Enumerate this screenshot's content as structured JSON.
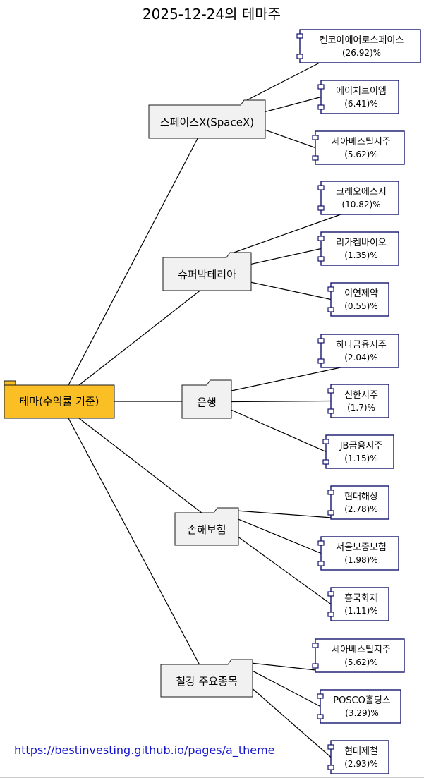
{
  "title": "2025-12-24의 테마주",
  "root": {
    "label": "테마(수익률 기준)"
  },
  "themes": [
    {
      "name": "스페이스X(SpaceX)",
      "stocks": [
        {
          "name": "켄코아에어로스페이스",
          "pct": "(26.92)%"
        },
        {
          "name": "에이치브이엠",
          "pct": "(6.41)%"
        },
        {
          "name": "세아베스틸지주",
          "pct": "(5.62)%"
        }
      ]
    },
    {
      "name": "슈퍼박테리아",
      "stocks": [
        {
          "name": "크레오에스지",
          "pct": "(10.82)%"
        },
        {
          "name": "리가켐바이오",
          "pct": "(1.35)%"
        },
        {
          "name": "이연제약",
          "pct": "(0.55)%"
        }
      ]
    },
    {
      "name": "은행",
      "stocks": [
        {
          "name": "하나금융지주",
          "pct": "(2.04)%"
        },
        {
          "name": "신한지주",
          "pct": "(1.7)%"
        },
        {
          "name": "JB금융지주",
          "pct": "(1.15)%"
        }
      ]
    },
    {
      "name": "손해보험",
      "stocks": [
        {
          "name": "현대해상",
          "pct": "(2.78)%"
        },
        {
          "name": "서울보증보험",
          "pct": "(1.98)%"
        },
        {
          "name": "흥국화재",
          "pct": "(1.11)%"
        }
      ]
    },
    {
      "name": "철강 주요종목",
      "stocks": [
        {
          "name": "세아베스틸지주",
          "pct": "(5.62)%"
        },
        {
          "name": "POSCO홀딩스",
          "pct": "(3.29)%"
        },
        {
          "name": "현대제철",
          "pct": "(2.93)%"
        }
      ]
    }
  ],
  "footer": {
    "link": "https://bestinvesting.github.io/pages/a_theme"
  },
  "colors": {
    "root_fill": "#fbbf26",
    "theme_fill": "#f1f1f1",
    "stock_border": "#16166e",
    "link": "#1414cc"
  }
}
